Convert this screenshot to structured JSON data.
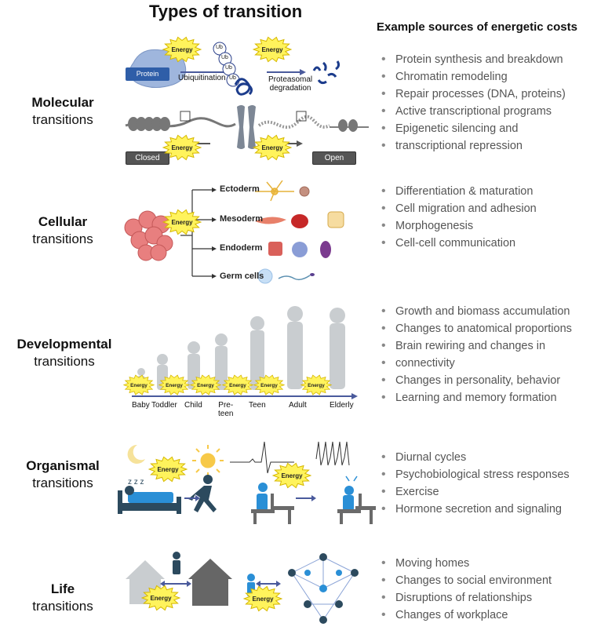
{
  "title": "Types of transition",
  "costs_heading": "Example sources of energetic costs",
  "energy_label": "Energy",
  "rows": [
    {
      "label_bold": "Molecular",
      "label_rest": "transitions",
      "costs": [
        "Protein synthesis and breakdown",
        "Chromatin remodeling",
        "Repair processes (DNA, proteins)",
        "Active transcriptional programs",
        "Epigenetic silencing and",
        "transcriptional repression"
      ]
    },
    {
      "label_bold": "Cellular",
      "label_rest": "transitions",
      "costs": [
        "Differentiation & maturation",
        "Cell migration and adhesion",
        "Morphogenesis",
        "Cell-cell communication"
      ]
    },
    {
      "label_bold": "Developmental",
      "label_rest": "transitions",
      "costs": [
        "Growth and biomass accumulation",
        "Changes to anatomical proportions",
        "Brain rewiring and changes in",
        "connectivity",
        "Changes in personality, behavior",
        "Learning and memory formation"
      ]
    },
    {
      "label_bold": "Organismal",
      "label_rest": "transitions",
      "costs": [
        "Diurnal cycles",
        "Psychobiological stress responses",
        "Exercise",
        "Hormone secretion and signaling"
      ]
    },
    {
      "label_bold": "Life",
      "label_rest": "transitions",
      "costs": [
        "Moving homes",
        "Changes to social environment",
        "Disruptions of relationships",
        "Changes of workplace"
      ]
    }
  ],
  "molecular": {
    "protein": "Protein",
    "ub": "Ub",
    "ubiquitination": "Ubiquitination",
    "proteasomal_1": "Proteasomal",
    "proteasomal_2": "degradation",
    "closed": "Closed",
    "open": "Open"
  },
  "cellular": {
    "lineages": [
      {
        "name": "Ectoderm",
        "color": "#c8861a"
      },
      {
        "name": "Mesoderm",
        "color": "#2e6b2e"
      },
      {
        "name": "Endoderm",
        "color": "#2f6ab5"
      },
      {
        "name": "Germ cells",
        "color": "#a34ea8"
      }
    ]
  },
  "developmental": {
    "stages": [
      "Baby",
      "Toddler",
      "Child",
      "Pre-",
      "teen",
      "Teen",
      "Adult",
      "Elderly"
    ]
  },
  "colors": {
    "energy_fill": "#fff35c",
    "energy_stroke": "#d6b800",
    "arrow": "#4a5a9c",
    "person_blue": "#2a8fd6",
    "navy": "#2c4a5e",
    "silhouette": "#c9cdd0"
  }
}
